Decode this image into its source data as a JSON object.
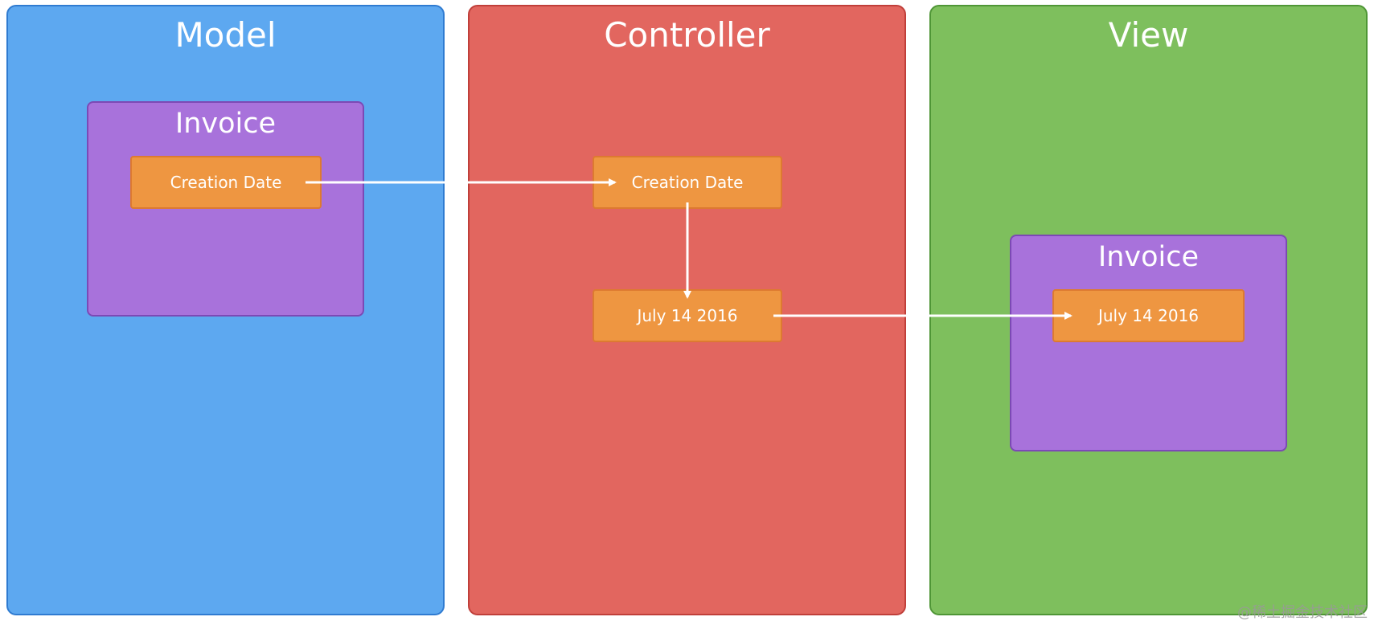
{
  "columns": {
    "model": {
      "title": "Model",
      "color": "#5da8f0"
    },
    "controller": {
      "title": "Controller",
      "color": "#e2665f"
    },
    "view": {
      "title": "View",
      "color": "#7ebf5d"
    }
  },
  "model": {
    "entity_title": "Invoice",
    "field": "Creation Date"
  },
  "controller": {
    "input_field": "Creation Date",
    "output_field": "July 14 2016"
  },
  "view": {
    "entity_title": "Invoice",
    "field": "July 14 2016"
  },
  "colors": {
    "entity": "#a872db",
    "field": "#ee9641",
    "arrow": "#ffffff"
  },
  "watermark": "@稀土掘金技术社区"
}
